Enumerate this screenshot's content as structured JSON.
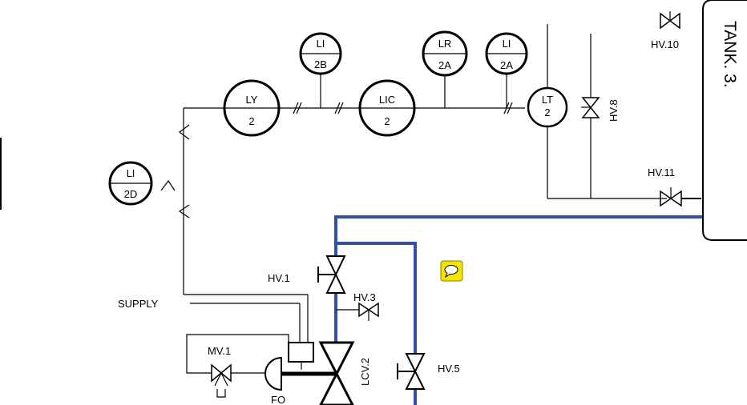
{
  "instruments": {
    "ly2": {
      "top": "LY",
      "bottom": "2"
    },
    "li2b": {
      "top": "LI",
      "bottom": "2B"
    },
    "lic2": {
      "top": "LIC",
      "bottom": "2"
    },
    "lr2a": {
      "top": "LR",
      "bottom": "2A"
    },
    "li2a": {
      "top": "LI",
      "bottom": "2A"
    },
    "lt2": {
      "top": "LT",
      "bottom": "2"
    },
    "li2d": {
      "top": "LI",
      "bottom": "2D"
    }
  },
  "valves": {
    "hv1": "HV.1",
    "hv3": "HV.3",
    "hv5": "HV.5",
    "hv8": "HV.8",
    "hv10": "HV.10",
    "hv11": "HV.11",
    "mv1": "MV.1",
    "lcv2": "LCV.2"
  },
  "labels": {
    "supply": "SUPPLY",
    "fail_open": "FO"
  },
  "tank": {
    "name": "TANK. 3."
  },
  "colors": {
    "process_line": "#3350a8",
    "comment_icon": "#f5e400"
  },
  "icons": {
    "comment": "speech-bubble-icon"
  }
}
